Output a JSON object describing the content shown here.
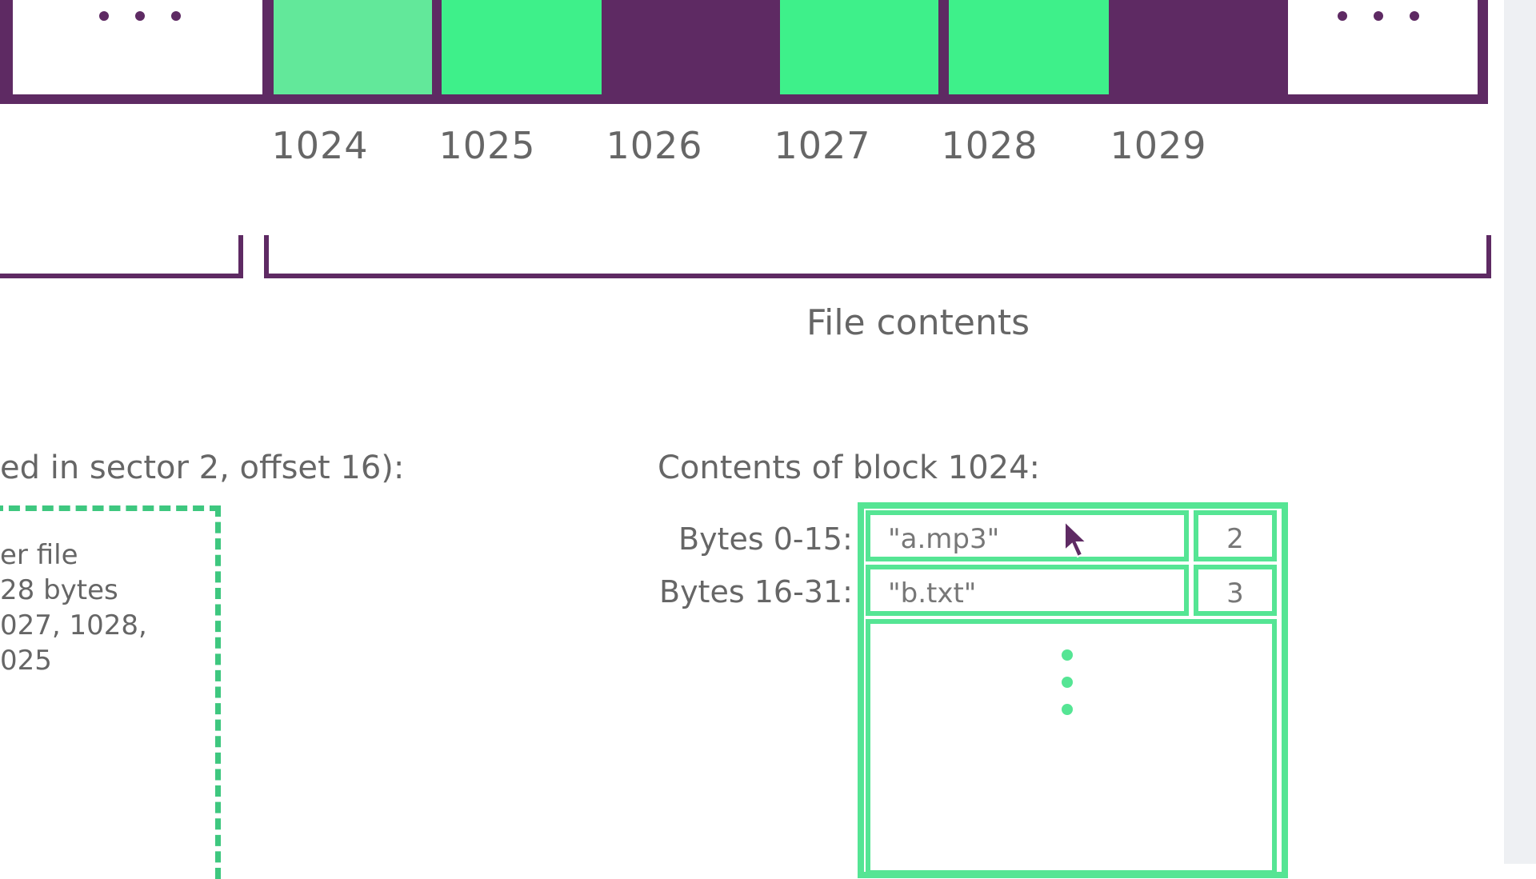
{
  "blocks": {
    "numbers": [
      "1024",
      "1025",
      "1026",
      "1027",
      "1028",
      "1029"
    ]
  },
  "file_contents_label": "File contents",
  "directory_entry": {
    "heading_partial": "ed in sector 2, offset 16):",
    "lines_partial": [
      "er file",
      "28 bytes",
      "027, 1028,",
      "025"
    ]
  },
  "block_contents": {
    "heading": "Contents of block 1024:",
    "rows": [
      {
        "label": "Bytes 0-15:",
        "name": "\"a.mp3\"",
        "value": "2"
      },
      {
        "label": "Bytes 16-31:",
        "name": "\"b.txt\"",
        "value": "3"
      }
    ]
  },
  "icons": [
    "ellipsis-icon",
    "ellipsis-icon",
    "vertical-ellipsis-icon",
    "mouse-cursor-icon"
  ],
  "colors": {
    "purple": "#5e2a63",
    "green": "#3ef08a",
    "table_green": "#55e594"
  }
}
